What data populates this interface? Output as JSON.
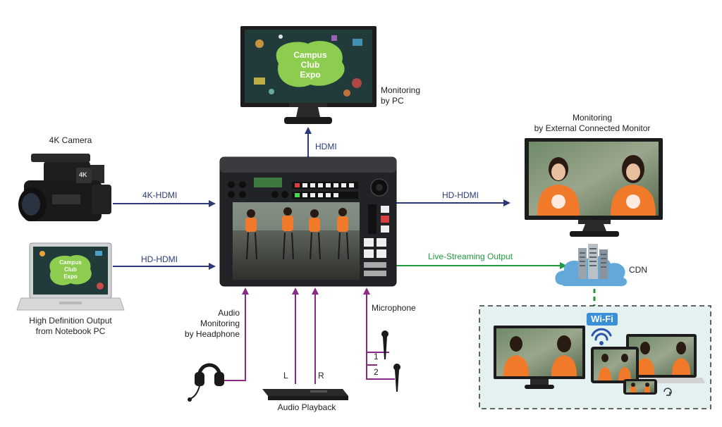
{
  "labels": {
    "camera": "4K Camera",
    "notebook_line1": "High Definition Output",
    "notebook_line2": "from Notebook PC",
    "monitor_pc_line1": "Monitoring",
    "monitor_pc_line2": "by PC",
    "monitor_ext_line1": "Monitoring",
    "monitor_ext_line2": "by External Connected Monitor",
    "cdn": "CDN",
    "audio_mon_line1": "Audio",
    "audio_mon_line2": "Monitoring",
    "audio_mon_line3": "by Headphone",
    "microphone": "Microphone",
    "mic1": "1",
    "mic2": "2",
    "audio_playback": "Audio Playback",
    "left": "L",
    "right": "R",
    "wifi": "Wi-Fi"
  },
  "connections": {
    "camera": "4K-HDMI",
    "notebook": "HD-HDMI",
    "pc_monitor": "HDMI",
    "ext_monitor": "HD-HDMI",
    "streaming": "Live-Streaming Output"
  },
  "screens": {
    "expo_line1": "Campus",
    "expo_line2": "Club",
    "expo_line3": "Expo"
  },
  "colors": {
    "video_link": "#2c3a7a",
    "audio_link": "#8a2a86",
    "stream_link": "#1f9a3c",
    "cloud": "#62a8d8",
    "lan_box": "#e3f1f1",
    "expo_blob": "#8ccc4e",
    "shirt": "#f07a2a"
  }
}
